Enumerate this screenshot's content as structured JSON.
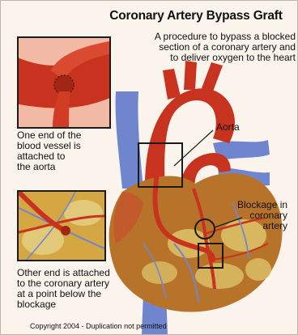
{
  "title": "Coronary Artery Bypass Graft",
  "subtitle": [
    "A procedure to bypass a blocked",
    "section of a coronary artery and",
    "to deliver oxygen to the heart"
  ],
  "labels": {
    "aorta": "Aorta",
    "blockage": [
      "Blockage in",
      "coronary",
      "artery"
    ],
    "inset_top": [
      "One end of the",
      "blood vessel is",
      "attached to",
      "the aorta"
    ],
    "inset_bottom": [
      "Other end is attached",
      "to the coronary artery",
      "at a point below the",
      "blockage"
    ]
  },
  "copyright": "Copyright 2004 - Duplication not permitted",
  "colors": {
    "artery": "#c8331f",
    "vein": "#6f86cf",
    "heart_muscle": "#b8732a",
    "fat": "#dcc36a",
    "background": "#fbf4ec"
  }
}
